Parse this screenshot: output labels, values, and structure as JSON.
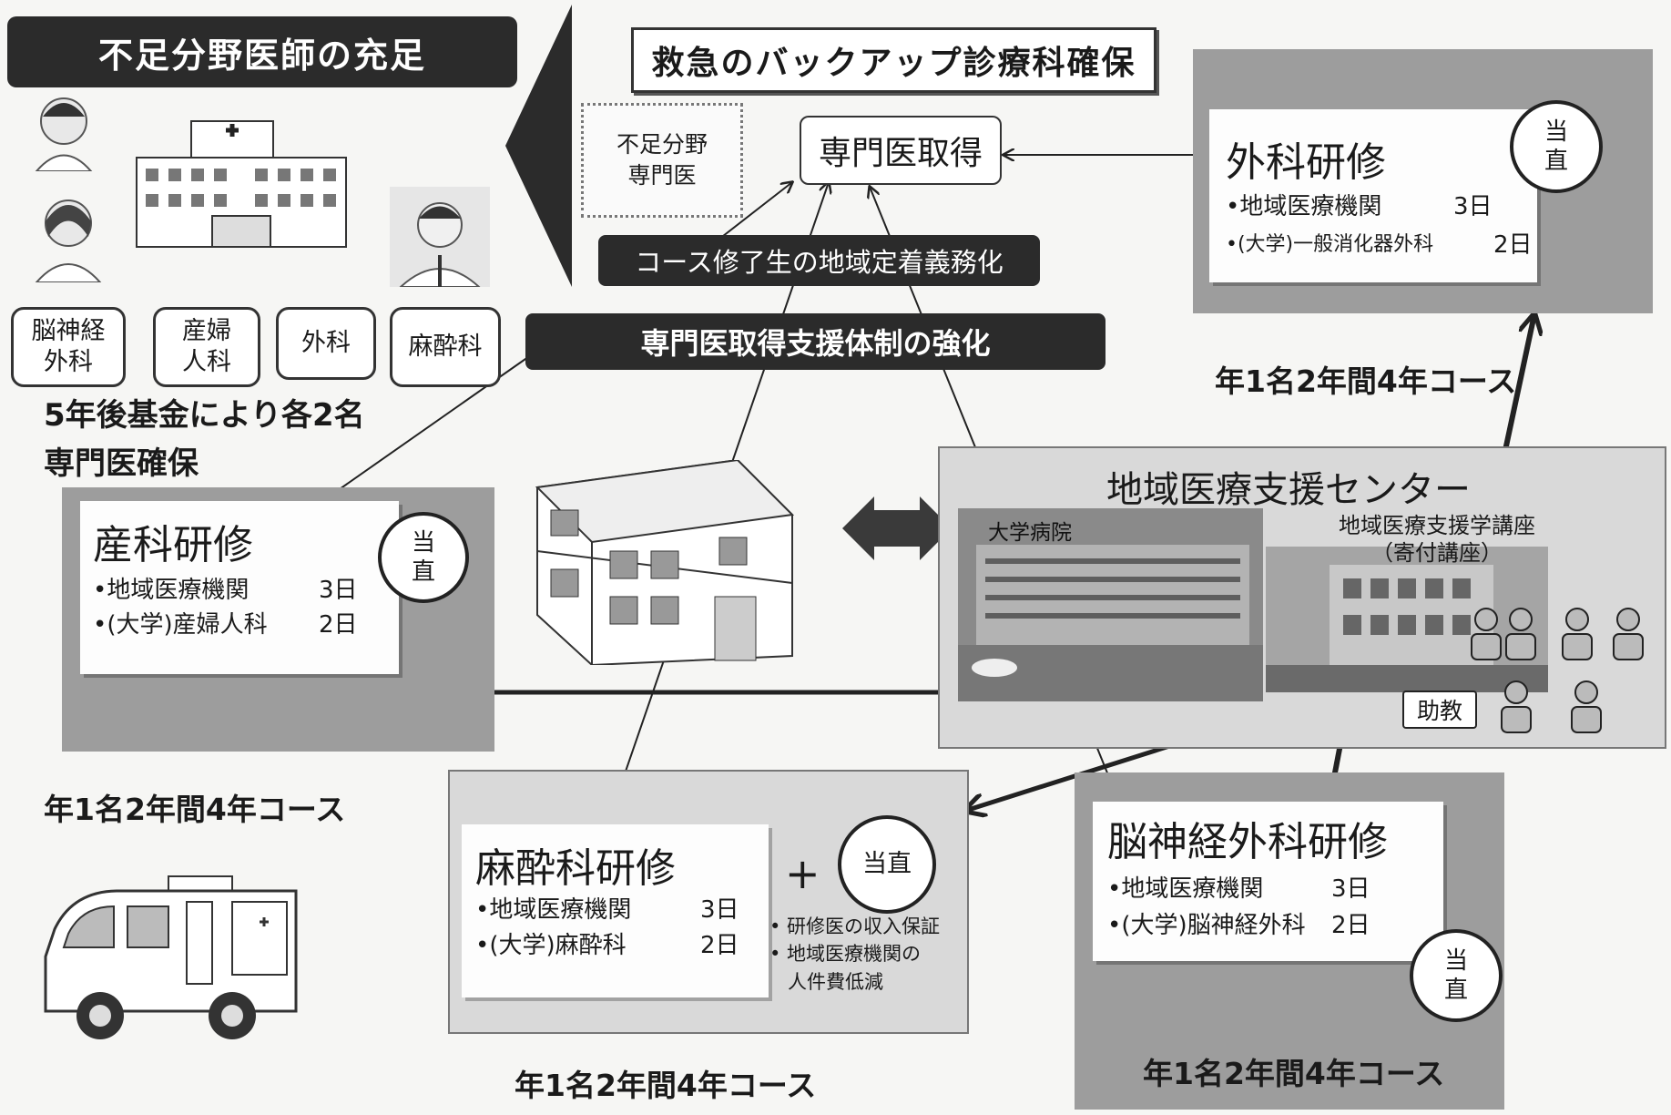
{
  "header": {
    "left_title": "不足分野医師の充足",
    "main_title": "救急のバックアップ診療科確保"
  },
  "shortage_specialist": "不足分野\n専門医",
  "specialist_acquired": "専門医取得",
  "bar_course_obligation": "コース修了生の地域定着義務化",
  "bar_support_system": "専門医取得支援体制の強化",
  "departments": [
    "脳神経\n外科",
    "産婦\n人科",
    "外科",
    "麻酔科"
  ],
  "fund_note": [
    "5年後基金により各2名",
    "専門医確保"
  ],
  "center": {
    "title": "地域医療支援センター",
    "hospital_label": "大学病院",
    "chair_label": "地域医療支援学講座\n（寄付講座）",
    "assistant_label": "助教"
  },
  "trainings": {
    "surgery": {
      "title": "外科研修",
      "rows": [
        [
          "•地域医療機関",
          "3日"
        ],
        [
          "•(大学)一般消化器外科",
          "2日"
        ]
      ],
      "duty": "当\n直",
      "course": "年1名2年間4年コース"
    },
    "obstetrics": {
      "title": "産科研修",
      "rows": [
        [
          "•地域医療機関",
          "3日"
        ],
        [
          "•(大学)産婦人科",
          "2日"
        ]
      ],
      "duty": "当\n直",
      "course": "年1名2年間4年コース"
    },
    "anesthesia": {
      "title": "麻酔科研修",
      "rows": [
        [
          "•地域医療機関",
          "3日"
        ],
        [
          "•(大学)麻酔科",
          "2日"
        ]
      ],
      "plus": "+",
      "duty": "当直",
      "notes": [
        "• 研修医の収入保証",
        "• 地域医療機関の",
        "人件費低減"
      ],
      "course": "年1名2年間4年コース"
    },
    "neurosurgery": {
      "title": "脳神経外科研修",
      "rows": [
        [
          "•地域医療機関",
          "3日"
        ],
        [
          "•(大学)脳神経外科",
          "2日"
        ]
      ],
      "duty": "当\n直",
      "course": "年1名2年間4年コース"
    }
  },
  "icons": [
    "doctor-avatar",
    "hospital-building",
    "clinic-building",
    "ambulance",
    "person-silhouette"
  ],
  "colors": {
    "dark_bar": "#2b2b2b",
    "panel_gray": "#9d9d9d",
    "panel_light": "#d9d9d9"
  }
}
